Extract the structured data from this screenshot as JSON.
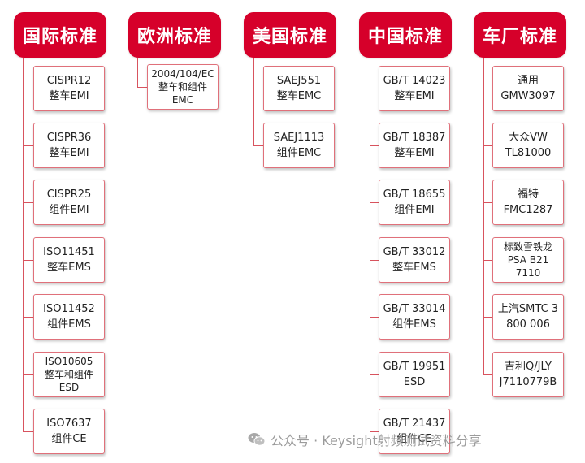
{
  "colors": {
    "header": "#d6002a",
    "line": "#d8535e",
    "border": "#e0707a"
  },
  "columns": [
    {
      "id": "intl",
      "title": "国际标准",
      "items": [
        [
          "CISPR12",
          "整车EMI"
        ],
        [
          "CISPR36",
          "整车EMI"
        ],
        [
          "CISPR25",
          "组件EMI"
        ],
        [
          "ISO11451",
          "整车EMS"
        ],
        [
          "ISO11452",
          "组件EMS"
        ],
        [
          "ISO10605",
          "整车和组件",
          "ESD"
        ],
        [
          "ISO7637",
          "组件CE"
        ]
      ]
    },
    {
      "id": "eu",
      "title": "欧洲标准",
      "items": [
        [
          "2004/104/EC",
          "整车和组件",
          "EMC"
        ]
      ]
    },
    {
      "id": "us",
      "title": "美国标准",
      "items": [
        [
          "SAEJ551",
          "整车EMC"
        ],
        [
          "SAEJ1113",
          "组件EMC"
        ]
      ]
    },
    {
      "id": "cn",
      "title": "中国标准",
      "items": [
        [
          "GB/T 14023",
          "整车EMI"
        ],
        [
          "GB/T 18387",
          "整车EMI"
        ],
        [
          "GB/T 18655",
          "组件EMI"
        ],
        [
          "GB/T 33012",
          "整车EMS"
        ],
        [
          "GB/T 33014",
          "组件EMS"
        ],
        [
          "GB/T 19951",
          "ESD"
        ],
        [
          "GB/T 21437",
          "组件CE"
        ]
      ]
    },
    {
      "id": "oem",
      "title": "车厂标准",
      "items": [
        [
          "通用",
          "GMW3097"
        ],
        [
          "大众VW",
          "TL81000"
        ],
        [
          "福特FMC1287"
        ],
        [
          "标致雪铁龙",
          "PSA B21",
          "7110"
        ],
        [
          "上汽SMTC 3",
          "800 006"
        ],
        [
          "吉利Q/JLY",
          "J7110779B"
        ]
      ]
    }
  ],
  "watermark": {
    "text": "公众号 · Keysight射频测试资料分享",
    "icon": "wechat-icon"
  }
}
